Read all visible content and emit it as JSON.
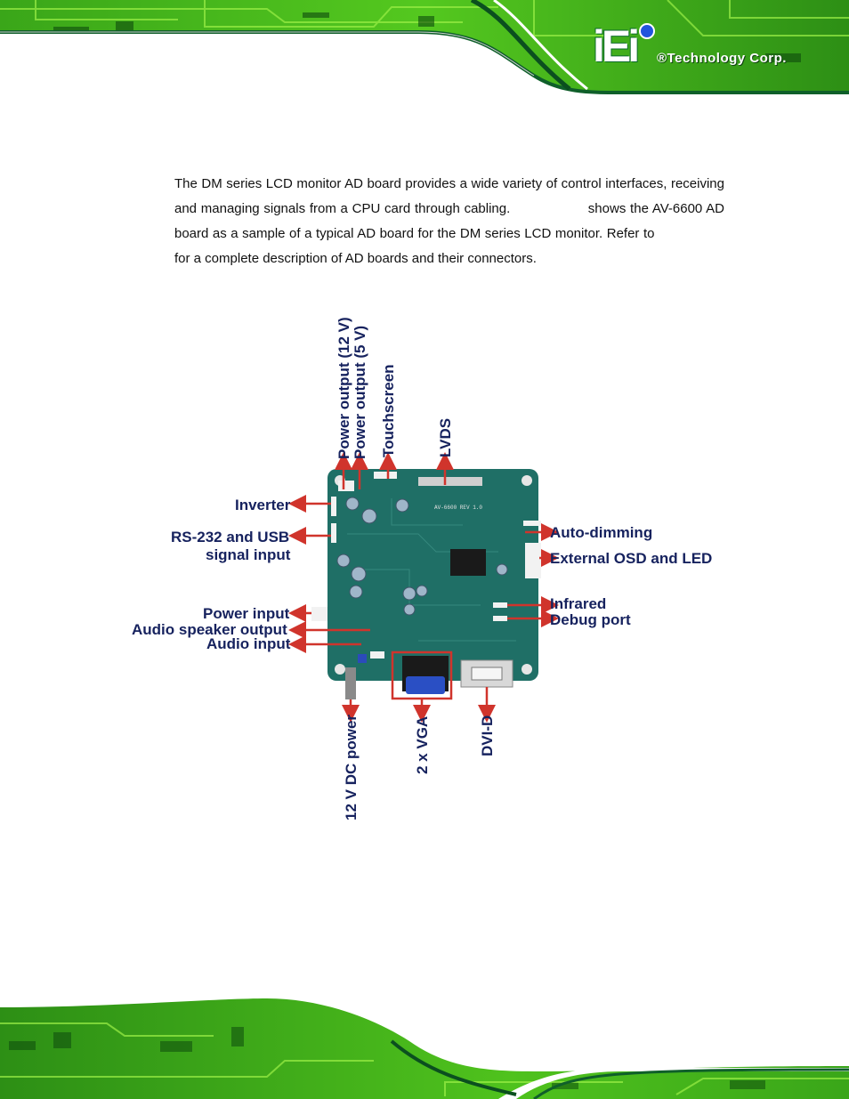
{
  "header": {
    "logo_text": "®Technology Corp."
  },
  "body": {
    "para_part1": "The DM series LCD monitor AD board provides a wide variety of control interfaces, receiving and managing signals from a CPU card through cabling.",
    "para_part2": "shows the AV-6600 AD board as a sample of a typical AD board for the DM series LCD monitor. Refer to",
    "para_part3": "for a complete description of AD boards and their connectors."
  },
  "figure": {
    "board_silkscreen": "AV-6600 REV 1.0",
    "labels": {
      "power_12v": "Power output (12 V)",
      "power_5v": "Power output (5 V)",
      "touchscreen": "Touchscreen",
      "lvds": "LVDS",
      "inverter": "Inverter",
      "rs232_line1": "RS-232 and USB",
      "rs232_line2": "signal input",
      "power_input": "Power input",
      "audio_speaker": "Audio speaker output",
      "audio_input": "Audio input",
      "auto_dimming": "Auto-dimming",
      "osd_led": "External OSD and LED",
      "infrared": "Infrared",
      "debug_port": "Debug port",
      "dc_power": "12 V DC power",
      "vga": "2 x VGA",
      "dvi": "DVI-D"
    },
    "colors": {
      "label": "#16225e",
      "arrow": "#d0342c",
      "board": "#1f6f66",
      "highlight": "#d0342c"
    }
  }
}
